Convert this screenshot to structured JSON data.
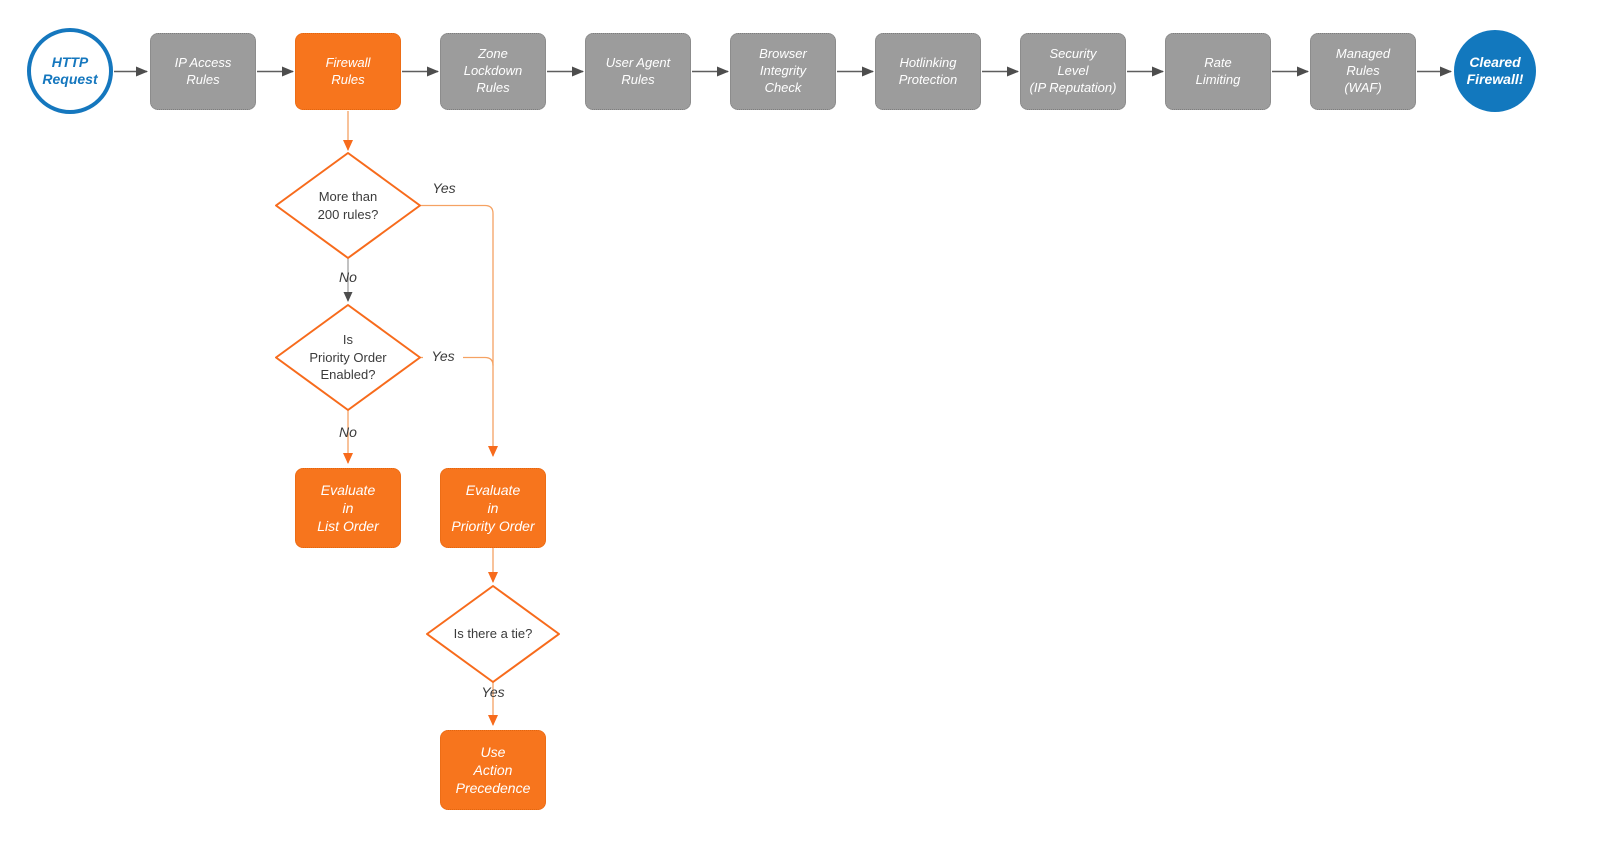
{
  "colors": {
    "accent_orange": "#f7751d",
    "orange_connector": "#f5a263",
    "accent_blue": "#1278be",
    "gray_node": "#9c9c9c",
    "gray_connector": "#4d4d4d"
  },
  "pipeline": [
    {
      "label": "HTTP\nRequest"
    },
    {
      "label": "IP Access\nRules"
    },
    {
      "label": "Firewall\nRules"
    },
    {
      "label": "Zone\nLockdown\nRules"
    },
    {
      "label": "User Agent\nRules"
    },
    {
      "label": "Browser\nIntegrity\nCheck"
    },
    {
      "label": "Hotlinking\nProtection"
    },
    {
      "label": "Security\nLevel\n(IP Reputation)"
    },
    {
      "label": "Rate\nLimiting"
    },
    {
      "label": "Managed\nRules\n(WAF)"
    },
    {
      "label": "Cleared\nFirewall!"
    }
  ],
  "decisions": {
    "more_rules": {
      "label": "More than\n200 rules?"
    },
    "priority_enabled": {
      "label": "Is\nPriority Order\nEnabled?"
    },
    "tie": {
      "label": "Is there a tie?"
    }
  },
  "outcomes": {
    "list_order": {
      "label": "Evaluate\nin\nList Order"
    },
    "priority_order": {
      "label": "Evaluate\nin\nPriority Order"
    },
    "action_precedence": {
      "label": "Use\nAction\nPrecedence"
    }
  },
  "edge_labels": {
    "more_rules_yes": "Yes",
    "more_rules_no": "No",
    "priority_yes": "Yes",
    "priority_no": "No",
    "tie_yes": "Yes"
  }
}
